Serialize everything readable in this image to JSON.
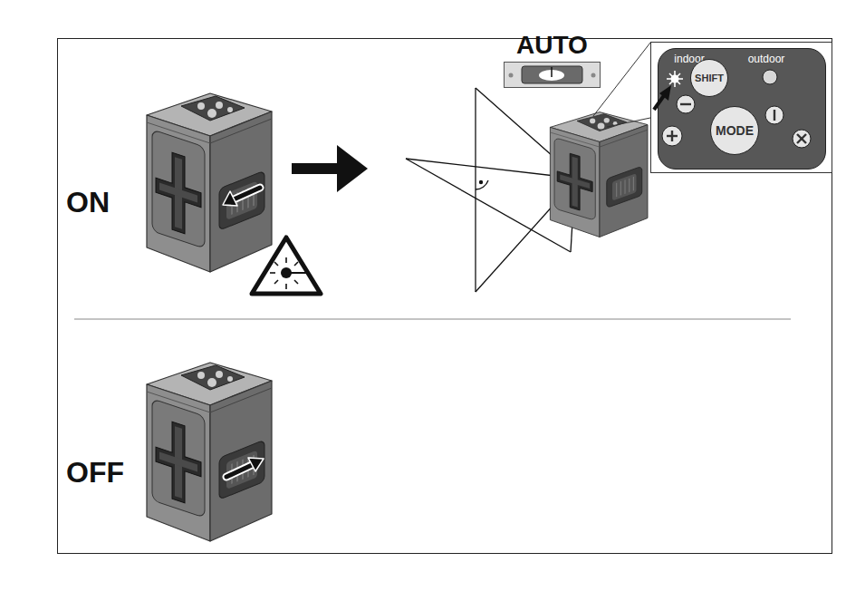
{
  "diagram": {
    "nodes": [
      {
        "text": [
          "indoor",
          "outdoor"
        ]
      },
      {
        "text": [
          "SHIFT"
        ],
        "in": 0
      },
      {
        "text": [
          "MODE"
        ],
        "in": 0
      },
      {
        "text": [
          "AUTO"
        ]
      }
    ],
    "edges": [],
    "labels": [
      "ON",
      "OFF"
    ]
  }
}
